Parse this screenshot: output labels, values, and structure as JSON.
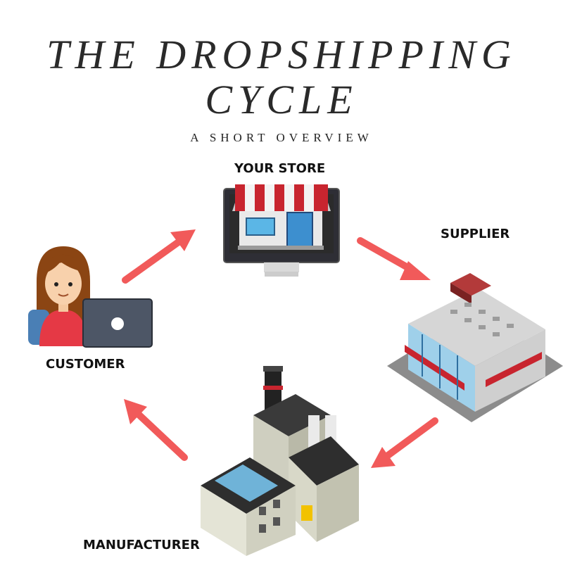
{
  "header": {
    "title_line1": "THE DROPSHIPPING",
    "title_line2": "CYCLE",
    "subtitle": "A SHORT OVERVIEW"
  },
  "nodes": {
    "store": "YOUR STORE",
    "supplier": "SUPPLIER",
    "customer": "CUSTOMER",
    "manufacturer": "MANUFACTURER"
  },
  "colors": {
    "arrow": "#f15a5a",
    "text": "#2a2a2a"
  }
}
